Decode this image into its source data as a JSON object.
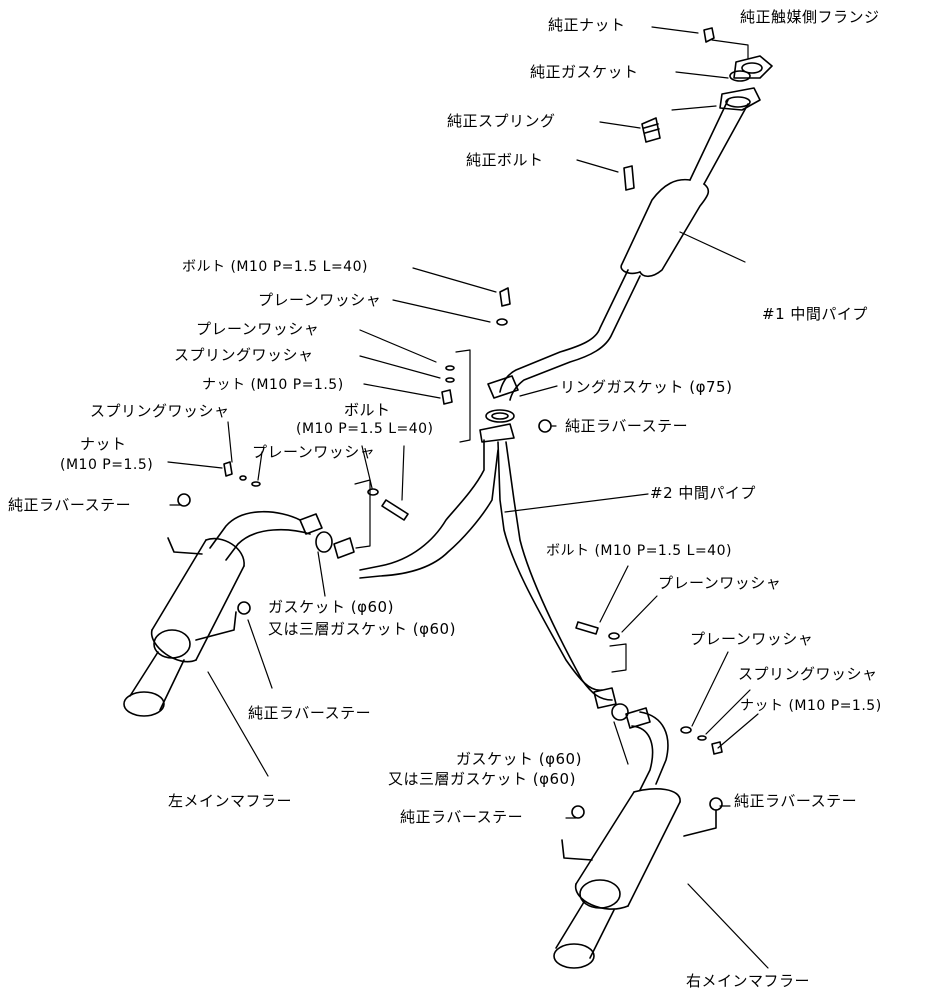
{
  "labels": {
    "genuine_nut": "純正ナット",
    "genuine_cat_flange": "純正触媒側フランジ",
    "genuine_gasket": "純正ガスケット",
    "genuine_spring": "純正スプリング",
    "genuine_bolt": "純正ボルト",
    "bolt_m10_l40_top": "ボルト (M10 P=1.5 L=40)",
    "plain_washer_1": "プレーンワッシャ",
    "plain_washer_2": "プレーンワッシャ",
    "spring_washer_1": "スプリングワッシャ",
    "nut_m10_1": "ナット (M10 P=1.5)",
    "spring_washer_2": "スプリングワッシャ",
    "bolt_left_line1": "ボルト",
    "bolt_left_line2": "(M10 P=1.5 L=40)",
    "nut_left_line1": "ナット",
    "nut_left_line2": "(M10 P=1.5)",
    "plain_washer_3": "プレーンワッシャ",
    "ring_gasket": "リングガスケット (φ75)",
    "genuine_rubber_stay_center": "純正ラバーステー",
    "genuine_rubber_stay_left_top": "純正ラバーステー",
    "mid_pipe_1": "#1 中間パイプ",
    "mid_pipe_2": "#2 中間パイプ",
    "gasket_left_line1": "ガスケット (φ60)",
    "gasket_left_line2": "又は三層ガスケット (φ60)",
    "genuine_rubber_stay_left_bottom": "純正ラバーステー",
    "left_main_muffler": "左メインマフラー",
    "bolt_right": "ボルト (M10 P=1.5 L=40)",
    "plain_washer_right_1": "プレーンワッシャ",
    "plain_washer_right_2": "プレーンワッシャ",
    "spring_washer_right": "スプリングワッシャ",
    "nut_right": "ナット (M10 P=1.5)",
    "gasket_right_line1": "ガスケット (φ60)",
    "gasket_right_line2": "又は三層ガスケット (φ60)",
    "genuine_rubber_stay_right_center": "純正ラバーステー",
    "genuine_rubber_stay_right": "純正ラバーステー",
    "right_main_muffler": "右メインマフラー"
  },
  "colors": {
    "line": "#000000",
    "background": "#ffffff"
  }
}
